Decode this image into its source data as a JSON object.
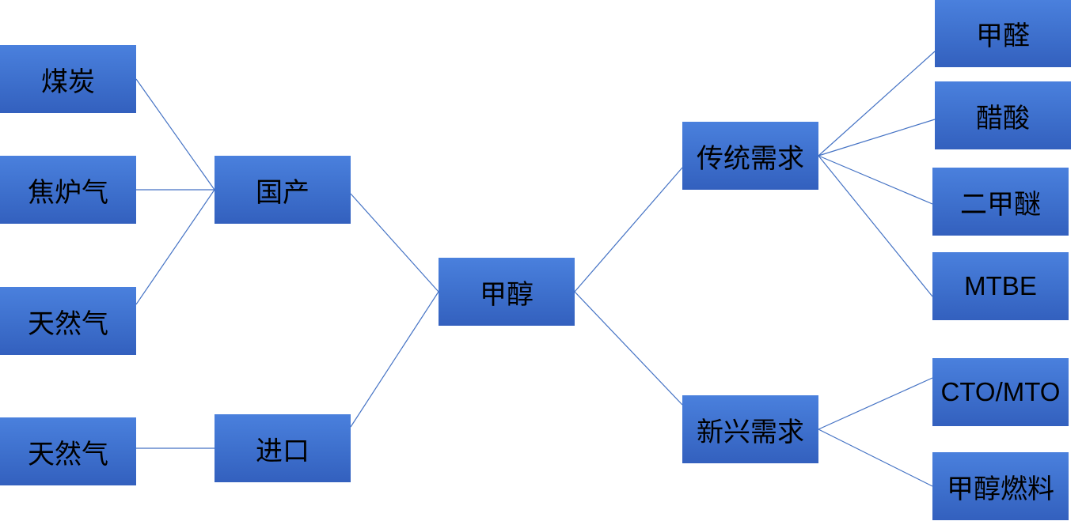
{
  "colors": {
    "box": "#4472c4",
    "line": "#4472c4"
  },
  "nodes": {
    "coal": "煤炭",
    "coke_oven_gas": "焦炉气",
    "natural_gas_domestic": "天然气",
    "natural_gas_import": "天然气",
    "domestic_production": "国产",
    "import": "进口",
    "methanol": "甲醇",
    "traditional_demand": "传统需求",
    "emerging_demand": "新兴需求",
    "formaldehyde": "甲醛",
    "acetic_acid": "醋酸",
    "dme": "二甲醚",
    "mtbe": "MTBE",
    "cto_mto": "CTO/MTO",
    "methanol_fuel": "甲醇燃料"
  }
}
